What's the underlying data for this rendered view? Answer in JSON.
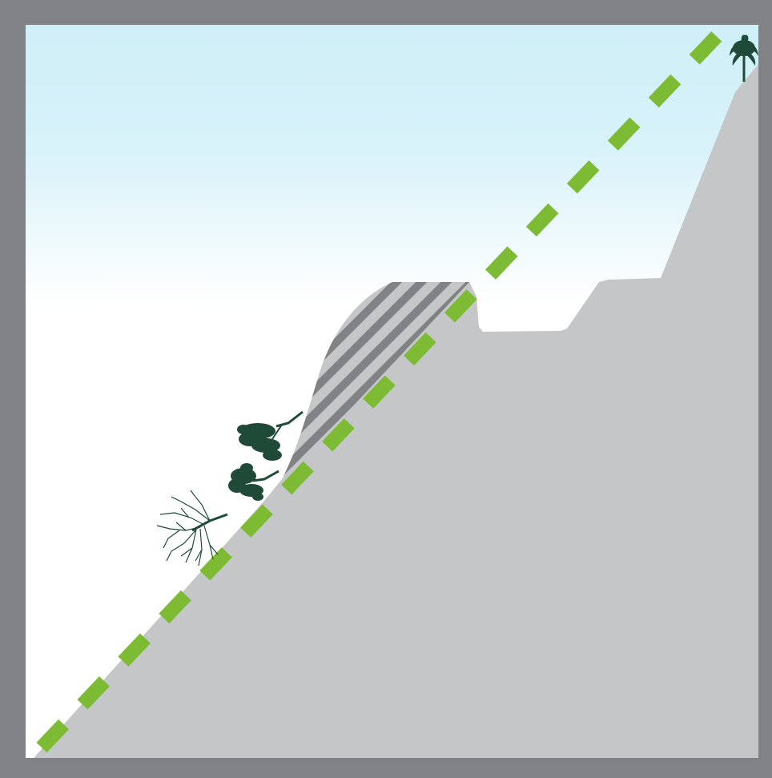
{
  "diagram": {
    "kind": "slope-cross-section",
    "colors": {
      "frame": "#818285",
      "sky_top": "#cfeff8",
      "sky_bottom": "#ffffff",
      "ground": "#c5c6c8",
      "fill_stripe": "#818285",
      "slope_line": "#7dbb35",
      "vegetation": "#1f4a38"
    },
    "elements": {
      "existing_ground": "ground-profile",
      "placed_fill": "striped-fill-zone",
      "reference_slope": "dashed-green-line",
      "trees": [
        "palm-tree-icon",
        "broadleaf-tree-icon",
        "broadleaf-tree-icon",
        "leafless-tree-icon"
      ]
    }
  }
}
